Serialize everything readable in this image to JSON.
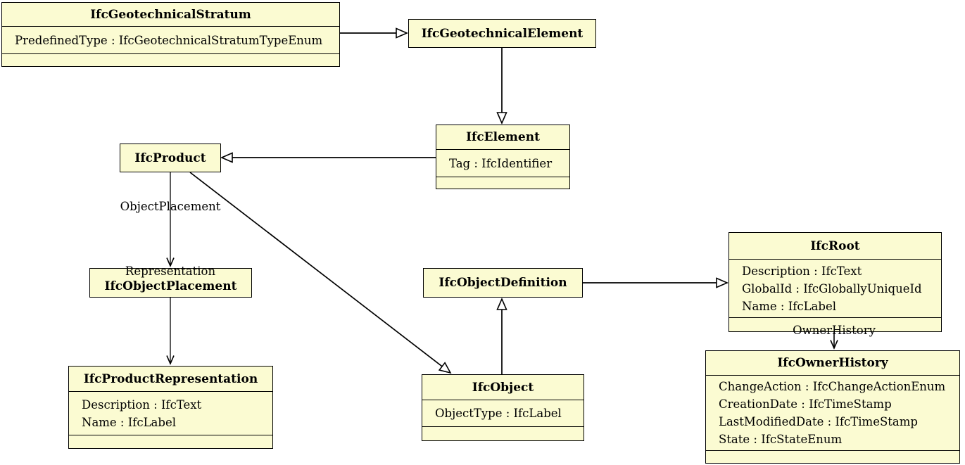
{
  "diagram": {
    "type": "uml-class-diagram",
    "background_color": "#FFFFFF",
    "box_fill_color": "#FBFBD2",
    "border_color": "#000000",
    "classes": [
      {
        "name": "IfcGeotechnicalStratum",
        "attributes": [
          "PredefinedType : IfcGeotechnicalStratumTypeEnum"
        ]
      },
      {
        "name": "IfcGeotechnicalElement",
        "attributes": []
      },
      {
        "name": "IfcElement",
        "attributes": [
          "Tag : IfcIdentifier"
        ]
      },
      {
        "name": "IfcProduct",
        "attributes": []
      },
      {
        "name": "IfcObjectPlacement",
        "attributes": []
      },
      {
        "name": "IfcProductRepresentation",
        "attributes": [
          "Description : IfcText",
          "Name : IfcLabel"
        ]
      },
      {
        "name": "IfcObjectDefinition",
        "attributes": []
      },
      {
        "name": "IfcObject",
        "attributes": [
          "ObjectType : IfcLabel"
        ]
      },
      {
        "name": "IfcRoot",
        "attributes": [
          "Description : IfcText",
          "GlobalId : IfcGloballyUniqueId",
          "Name : IfcLabel"
        ]
      },
      {
        "name": "IfcOwnerHistory",
        "attributes": [
          "ChangeAction : IfcChangeActionEnum",
          "CreationDate : IfcTimeStamp",
          "LastModifiedDate : IfcTimeStamp",
          "State : IfcStateEnum"
        ]
      }
    ],
    "labels": {
      "object_placement": "ObjectPlacement",
      "representation": "Representation",
      "owner_history": "OwnerHistory"
    },
    "edges": [
      {
        "from": "IfcGeotechnicalStratum",
        "to": "IfcGeotechnicalElement",
        "type": "generalization"
      },
      {
        "from": "IfcGeotechnicalElement",
        "to": "IfcElement",
        "type": "generalization"
      },
      {
        "from": "IfcElement",
        "to": "IfcProduct",
        "type": "generalization"
      },
      {
        "from": "IfcProduct",
        "to": "IfcObject",
        "type": "generalization"
      },
      {
        "from": "IfcObject",
        "to": "IfcObjectDefinition",
        "type": "generalization"
      },
      {
        "from": "IfcObjectDefinition",
        "to": "IfcRoot",
        "type": "generalization"
      },
      {
        "from": "IfcProduct",
        "to": "IfcObjectPlacement",
        "type": "association",
        "label": "ObjectPlacement"
      },
      {
        "from": "IfcProduct",
        "to": "IfcProductRepresentation",
        "type": "association",
        "label": "Representation"
      },
      {
        "from": "IfcRoot",
        "to": "IfcOwnerHistory",
        "type": "association",
        "label": "OwnerHistory"
      }
    ]
  }
}
